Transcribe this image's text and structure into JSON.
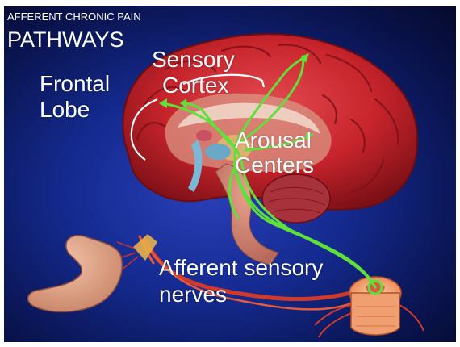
{
  "slide": {
    "title_small": "AFFERENT CHRONIC PAIN",
    "title_large": "PATHWAYS"
  },
  "labels": {
    "frontal_line1": "Frontal",
    "frontal_line2": "Lobe",
    "sensory_line1": "Sensory",
    "sensory_line2": "Cortex",
    "arousal_line1": "Arousal",
    "arousal_line2": "Centers",
    "afferent_line1": "Afferent sensory",
    "afferent_line2": "nerves"
  },
  "colors": {
    "background": "#142a8f",
    "brain": "#c8242c",
    "pathway": "#5fe03a",
    "nerve": "#d13a2a",
    "label_text": "#ffffff"
  }
}
